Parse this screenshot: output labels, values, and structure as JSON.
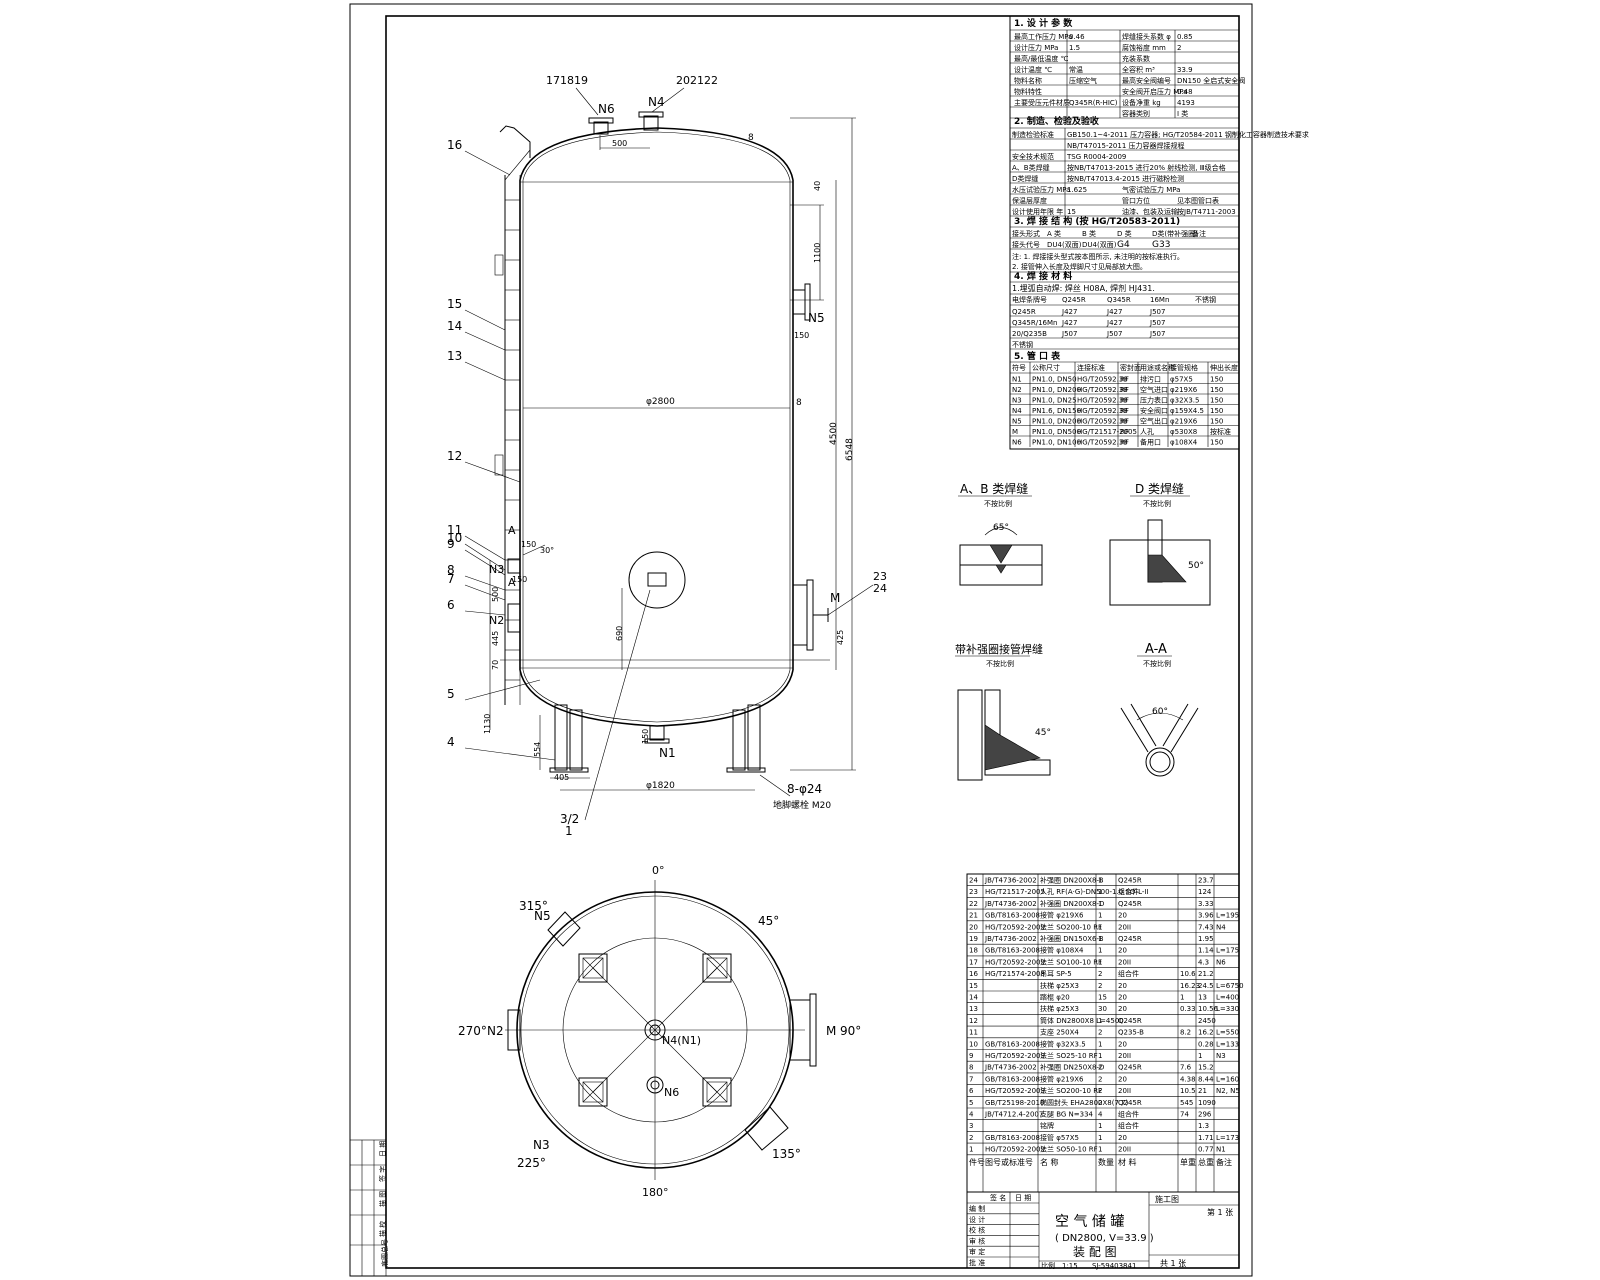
{
  "design_params": {
    "heading": "1. 设 计 参 数",
    "rows": [
      [
        "最高工作压力 MPa",
        "0.46",
        "焊缝接头系数 φ",
        "0.85"
      ],
      [
        "设计压力 MPa",
        "1.5",
        "腐蚀裕度 mm",
        "2"
      ],
      [
        "最高/最低温度 ℃",
        "",
        "充装系数",
        ""
      ],
      [
        "设计温度 ℃",
        "常温",
        "全容积 m³",
        "33.9"
      ],
      [
        "物料名称",
        "压缩空气",
        "最高安全阀编号",
        "DN150 全启式安全阀"
      ],
      [
        "物料特性",
        "",
        "安全阀开启压力 MPa",
        "0.48"
      ],
      [
        "主要受压元件材质",
        "Q345R(R-HIC)",
        "设备净重 kg",
        "4193"
      ],
      [
        "",
        "",
        "容器类别",
        "I 类"
      ]
    ]
  },
  "inspection": {
    "heading": "2. 制造、检验及验收",
    "rows": [
      [
        "制造检验标准",
        "GB150.1~4-2011 压力容器; HG/T20584-2011 钢制化工容器制造技术要求"
      ],
      [
        "",
        "NB/T47015-2011 压力容器焊接规程"
      ],
      [
        "安全技术规范",
        "TSG R0004-2009"
      ],
      [
        "A、B类焊缝",
        "按NB/T47013-2015 进行20% 射线检测, Ⅲ级合格"
      ],
      [
        "D类焊缝",
        "按NB/T47013.4-2015 进行磁粉检测"
      ],
      [
        "水压试验压力 MPa",
        "1.625",
        "气密试验压力 MPa",
        ""
      ],
      [
        "保温层厚度",
        "",
        "管口方位",
        "见本图管口表"
      ],
      [
        "设计使用年限 年",
        "15",
        "油漆、包装及运输",
        "按JB/T4711-2003"
      ]
    ]
  },
  "weld_structure": {
    "heading": "3. 焊 接 结 构 (按 HG/T20583-2011)",
    "cols": [
      "接头形式",
      "A 类",
      "B 类",
      "D 类",
      "D类(带补强圈)",
      "备注"
    ],
    "row": [
      "接头代号",
      "DU4(双面)",
      "DU4(双面)",
      "G4",
      "G33",
      ""
    ],
    "notes": [
      "注: 1. 焊接接头型式按本图所示, 未注明的按标准执行。",
      "2. 接管伸入长度及焊脚尺寸见局部放大图。"
    ]
  },
  "weld_material": {
    "heading": "4. 焊 接 材 料",
    "auto": "1.埋弧自动焊: 焊丝 H08A, 焊剂 HJ431.",
    "header": [
      "电焊条牌号",
      "Q245R",
      "Q345R",
      "16Mn",
      "不锈钢"
    ],
    "rows": [
      [
        "Q245R",
        "J427",
        "J427",
        "J507",
        ""
      ],
      [
        "Q345R/16Mn",
        "J427",
        "J427",
        "J507",
        ""
      ],
      [
        "20/Q235B",
        "J507",
        "J507",
        "J507",
        ""
      ],
      [
        "不锈钢",
        "",
        "",
        "",
        ""
      ]
    ]
  },
  "nozzles": {
    "heading": "5. 管 口 表",
    "header": [
      "符号",
      "公称尺寸",
      "连接标准",
      "密封面",
      "用途或名称",
      "接管规格",
      "伸出长度"
    ],
    "rows": [
      [
        "N1",
        "PN1.0, DN50",
        "HG/T20592.38",
        "RF",
        "排污口",
        "φ57X5",
        "150"
      ],
      [
        "N2",
        "PN1.0, DN200",
        "HG/T20592.38",
        "RF",
        "空气进口",
        "φ219X6",
        "150"
      ],
      [
        "N3",
        "PN1.0, DN25",
        "HG/T20592.38",
        "RF",
        "压力表口",
        "φ32X3.5",
        "150"
      ],
      [
        "N4",
        "PN1.6, DN150",
        "HG/T20592.38",
        "RF",
        "安全阀口",
        "φ159X4.5",
        "150"
      ],
      [
        "N5",
        "PN1.0, DN200",
        "HG/T20592.38",
        "RF",
        "空气出口",
        "φ219X6",
        "150"
      ],
      [
        "M",
        "PN1.0, DN500",
        "HG/T21517-2005",
        "RF",
        "人孔",
        "φ530X8",
        "按标准"
      ],
      [
        "N6",
        "PN1.0, DN100",
        "HG/T20592.38",
        "RF",
        "备用口",
        "φ108X4",
        "150"
      ]
    ]
  },
  "details": {
    "ab_title": "A、B 类焊缝",
    "ab_scale": "不按比例",
    "ab_angle": "65°",
    "d_title": "D 类焊缝",
    "d_scale": "不按比例",
    "d_angle": "50°",
    "rp_title": "带补强圈接管焊缝",
    "rp_scale": "不按比例",
    "rp_angle": "45°",
    "aa_title": "A-A",
    "aa_scale": "不按比例",
    "aa_angle": "60°"
  },
  "elevation": {
    "callouts": [
      "171819",
      "202122",
      "16",
      "15",
      "14",
      "13",
      "12",
      "11",
      "10",
      "9",
      "8",
      "7",
      "6",
      "5",
      "4",
      "3",
      "2",
      "1",
      "23",
      "24"
    ],
    "nozzle_labels": [
      "N6",
      "N4",
      "N5",
      "N3",
      "N2",
      "N1",
      "M"
    ],
    "dims": [
      "500",
      "8",
      "40",
      "1100",
      "150",
      "4500",
      "6548",
      "φ2800",
      "8",
      "150",
      "30°",
      "500",
      "690",
      "445",
      "70",
      "150",
      "1130",
      "554",
      "405",
      "φ1820",
      "425",
      "150"
    ],
    "weld_marks": [
      "A",
      "A"
    ],
    "bolt_note": "8-φ24",
    "anchor_note": "地脚螺栓 M20",
    "sub_note": "3/2"
  },
  "plan": {
    "angles": [
      "0°",
      "45°",
      "90°",
      "135°",
      "180°",
      "225°",
      "270°",
      "315°"
    ],
    "labels": [
      "N5",
      "N2",
      "M",
      "N3",
      "N4(N1)",
      "N6"
    ]
  },
  "parts": {
    "rows": [
      [
        "24",
        "JB/T4736-2002",
        "补强圈 DN200X8-B",
        "1",
        "Q245R",
        "",
        "23.7",
        ""
      ],
      [
        "23",
        "HG/T21517-2005",
        "人孔 RF(A·G)-DN500-1.0 SO-L-II",
        "1",
        "组合件",
        "",
        "124",
        ""
      ],
      [
        "22",
        "JB/T4736-2002",
        "补强圈 DN200X8-D",
        "1",
        "Q245R",
        "",
        "3.33",
        ""
      ],
      [
        "21",
        "GB/T8163-2008",
        "接管 φ219X6",
        "1",
        "20",
        "",
        "3.96",
        "L=195"
      ],
      [
        "20",
        "HG/T20592-2009",
        "法兰 SO200-10 RF",
        "1",
        "20II",
        "",
        "7.43",
        "N4"
      ],
      [
        "19",
        "JB/T4736-2002",
        "补强圈 DN150X6-B",
        "1",
        "Q245R",
        "",
        "1.95",
        ""
      ],
      [
        "18",
        "GB/T8163-2008",
        "接管 φ108X4",
        "1",
        "20",
        "",
        "1.14",
        "L=175"
      ],
      [
        "17",
        "HG/T20592-2009",
        "法兰 SO100-10 RF",
        "1",
        "20II",
        "",
        "4.3",
        "N6"
      ],
      [
        "16",
        "HG/T21574-2008",
        "吊耳 SP-5",
        "2",
        "组合件",
        "10.6",
        "21.2",
        ""
      ],
      [
        "15",
        "",
        "扶梯 φ25X3",
        "2",
        "20",
        "16.23",
        "24.5",
        "L=6750"
      ],
      [
        "14",
        "",
        "踏棍 φ20",
        "15",
        "20",
        "1",
        "13",
        "L=400"
      ],
      [
        "13",
        "",
        "扶梯 φ25X3",
        "30",
        "20",
        "0.33",
        "10.56",
        "L=330"
      ],
      [
        "12",
        "",
        "筒体 DN2800X8 L=4500",
        "1",
        "Q245R",
        "",
        "2450",
        ""
      ],
      [
        "11",
        "",
        "支座 250X4",
        "2",
        "Q235-B",
        "8.2",
        "16.2",
        "L=550"
      ],
      [
        "10",
        "GB/T8163-2008",
        "接管 φ32X3.5",
        "1",
        "20",
        "",
        "0.28",
        "L=133"
      ],
      [
        "9",
        "HG/T20592-2009",
        "法兰 SO25-10 RF",
        "1",
        "20II",
        "",
        "1",
        "N3"
      ],
      [
        "8",
        "JB/T4736-2002",
        "补强圈 DN250X8-D",
        "2",
        "Q245R",
        "7.6",
        "15.2",
        ""
      ],
      [
        "7",
        "GB/T8163-2008",
        "接管 φ219X6",
        "2",
        "20",
        "4.38",
        "8.44",
        "L=160"
      ],
      [
        "6",
        "HG/T20592-2009",
        "法兰 SO200-10 RF",
        "2",
        "20II",
        "10.5",
        "21",
        "N2, N5"
      ],
      [
        "5",
        "GB/T25198-2010",
        "椭圆封头 EHA2800X8(7.7)",
        "2",
        "Q245R",
        "545",
        "1090",
        ""
      ],
      [
        "4",
        "JB/T4712.4-2007",
        "支腿 BG N=334",
        "4",
        "组合件",
        "74",
        "296",
        ""
      ],
      [
        "3",
        "",
        "铭牌",
        "1",
        "组合件",
        "",
        "1.3",
        ""
      ],
      [
        "2",
        "GB/T8163-2008",
        "接管 φ57X5",
        "1",
        "20",
        "",
        "1.71",
        "L=173"
      ],
      [
        "1",
        "HG/T20592-2009",
        "法兰 SO50-10 RF",
        "1",
        "20II",
        "",
        "0.77",
        "N1"
      ]
    ],
    "header": [
      "件号",
      "图号或标准号",
      "名 称",
      "数量",
      "材 料",
      "单重",
      "总重",
      "备注"
    ]
  },
  "title_block": {
    "name": "空 气 储 罐",
    "spec": "( DN2800, V=33.9 )",
    "type": "装 配 图",
    "scale_label": "比例",
    "scale": "1:15",
    "drawing_no": "SJ-59403841",
    "roles": [
      "编 制",
      "设 计",
      "校 核",
      "审 核",
      "审 定",
      "批 准"
    ],
    "sign_head": [
      "签 名",
      "日 期"
    ],
    "stage": "施工图",
    "sheet": "第 1 张",
    "sheets": "共 1 张"
  },
  "side_strip": {
    "items": [
      "日 期",
      "签 字",
      "描 图",
      "描 校",
      "底图总号"
    ]
  }
}
